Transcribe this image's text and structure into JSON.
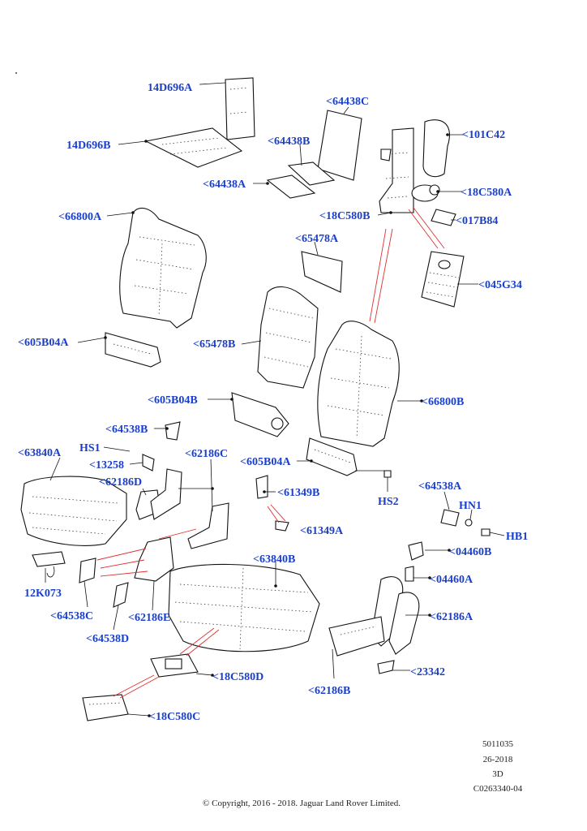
{
  "labels": {
    "l01": "14D696A",
    "l02": "14D696B",
    "l03": "<64438C",
    "l04": "<64438B",
    "l05": "<64438A",
    "l06": "<101C42",
    "l07": "<18C580A",
    "l08": "<18C580B",
    "l09": "<017B84",
    "l10": "<66800A",
    "l11": "<65478A",
    "l12": "<045G34",
    "l13": "<605B04A",
    "l14": "<65478B",
    "l15": "<66800B",
    "l16": "<605B04B",
    "l17": "<64538B",
    "l18": "HS1",
    "l19": "<13258",
    "l20": "<63840A",
    "l21": "<62186D",
    "l22": "<62186C",
    "l23": "<605B04A",
    "l24": "HS2",
    "l25": "<61349B",
    "l26": "<64538A",
    "l27": "HN1",
    "l28": "<61349A",
    "l29": "HB1",
    "l30": "12K073",
    "l31": "<04460B",
    "l32": "<63840B",
    "l33": "<04460A",
    "l34": "<64538C",
    "l35": "<62186E",
    "l36": "<62186A",
    "l37": "<64538D",
    "l38": "<23342",
    "l39": "<18C580D",
    "l40": "<62186B",
    "l41": "<18C580C"
  },
  "meta": {
    "line1": "5011035",
    "line2": "26-2018",
    "line3": "3D",
    "line4": "C0263340-04"
  },
  "copyright": "© Copyright, 2016 - 2018. Jaguar Land Rover Limited.",
  "colors": {
    "label": "#1a3fcc",
    "leader_red": "#e03030"
  }
}
